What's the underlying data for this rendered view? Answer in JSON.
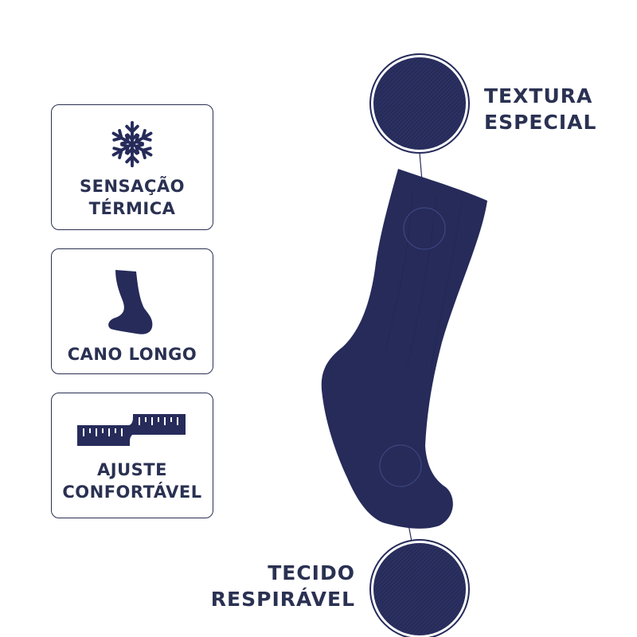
{
  "features": [
    {
      "label": "SENSAÇÃO\nTÉRMICA",
      "icon": "snowflake-icon"
    },
    {
      "label": "CANO LONGO",
      "icon": "sock-icon"
    },
    {
      "label": "AJUSTE\nCONFORTÁVEL",
      "icon": "measuring-tape-icon"
    }
  ],
  "callouts": [
    {
      "label": "TEXTURA\nESPECIAL"
    },
    {
      "label": "TECIDO\nRESPIRÁVEL"
    }
  ],
  "colors": {
    "navy": "#262b5a",
    "text": "#2a3152",
    "border": "#2a3152"
  }
}
